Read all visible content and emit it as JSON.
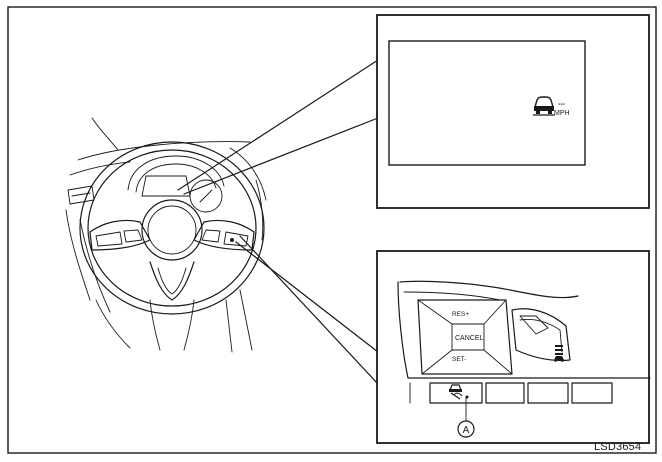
{
  "figure": {
    "code": "LSD3654",
    "display_unit_text": "MPH",
    "display_speed_dashes": "---",
    "switch_labels": {
      "res": "RES+",
      "cancel": "CANCEL",
      "set": "SET-"
    },
    "callout_letter": "A"
  }
}
